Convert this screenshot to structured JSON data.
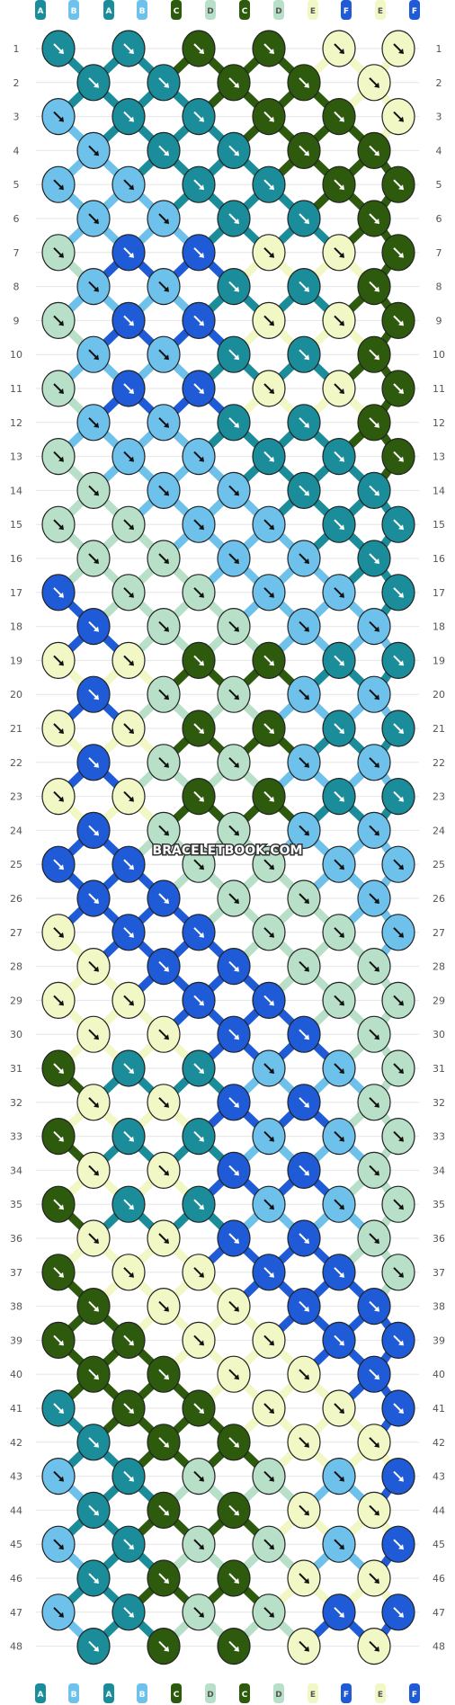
{
  "watermark": "BRACELETBOOK.COM",
  "strands": [
    "A",
    "B",
    "A",
    "B",
    "C",
    "D",
    "C",
    "D",
    "E",
    "F",
    "E",
    "F"
  ],
  "colors": {
    "A": "#1b8c99",
    "B": "#6ec1ea",
    "C": "#2e5a0e",
    "D": "#b8e0c8",
    "E": "#f2f7c6",
    "F": "#1f5bd6"
  },
  "row_count": 48,
  "rows": [
    {
      "n": "1",
      "knots": [
        "A",
        "A",
        "C",
        "C",
        "E",
        "E"
      ]
    },
    {
      "n": "2",
      "knots": [
        "A",
        "A",
        "C",
        "C",
        "E"
      ]
    },
    {
      "n": "3",
      "knots": [
        "B",
        "A",
        "A",
        "C",
        "C",
        "E"
      ]
    },
    {
      "n": "4",
      "knots": [
        "B",
        "A",
        "A",
        "C",
        "C"
      ]
    },
    {
      "n": "5",
      "knots": [
        "B",
        "B",
        "A",
        "A",
        "C",
        "C"
      ]
    },
    {
      "n": "6",
      "knots": [
        "B",
        "B",
        "A",
        "A",
        "C"
      ]
    },
    {
      "n": "7",
      "knots": [
        "D",
        "F",
        "F",
        "E",
        "E",
        "C"
      ]
    },
    {
      "n": "8",
      "knots": [
        "B",
        "B",
        "A",
        "A",
        "C"
      ]
    },
    {
      "n": "9",
      "knots": [
        "D",
        "F",
        "F",
        "E",
        "E",
        "C"
      ]
    },
    {
      "n": "10",
      "knots": [
        "B",
        "B",
        "A",
        "A",
        "C"
      ]
    },
    {
      "n": "11",
      "knots": [
        "D",
        "F",
        "F",
        "E",
        "E",
        "C"
      ]
    },
    {
      "n": "12",
      "knots": [
        "B",
        "B",
        "A",
        "A",
        "C"
      ]
    },
    {
      "n": "13",
      "knots": [
        "D",
        "B",
        "B",
        "A",
        "A",
        "C"
      ]
    },
    {
      "n": "14",
      "knots": [
        "D",
        "B",
        "B",
        "A",
        "A"
      ]
    },
    {
      "n": "15",
      "knots": [
        "D",
        "D",
        "B",
        "B",
        "A",
        "A"
      ]
    },
    {
      "n": "16",
      "knots": [
        "D",
        "D",
        "B",
        "B",
        "A"
      ]
    },
    {
      "n": "17",
      "knots": [
        "F",
        "D",
        "D",
        "B",
        "B",
        "A"
      ]
    },
    {
      "n": "18",
      "knots": [
        "F",
        "D",
        "D",
        "B",
        "B"
      ]
    },
    {
      "n": "19",
      "knots": [
        "E",
        "E",
        "C",
        "C",
        "A",
        "A"
      ]
    },
    {
      "n": "20",
      "knots": [
        "F",
        "D",
        "D",
        "B",
        "B"
      ]
    },
    {
      "n": "21",
      "knots": [
        "E",
        "E",
        "C",
        "C",
        "A",
        "A"
      ]
    },
    {
      "n": "22",
      "knots": [
        "F",
        "D",
        "D",
        "B",
        "B"
      ]
    },
    {
      "n": "23",
      "knots": [
        "E",
        "E",
        "C",
        "C",
        "A",
        "A"
      ]
    },
    {
      "n": "24",
      "knots": [
        "F",
        "D",
        "D",
        "B",
        "B"
      ]
    },
    {
      "n": "25",
      "knots": [
        "F",
        "F",
        "D",
        "D",
        "B",
        "B"
      ]
    },
    {
      "n": "26",
      "knots": [
        "F",
        "F",
        "D",
        "D",
        "B"
      ]
    },
    {
      "n": "27",
      "knots": [
        "E",
        "F",
        "F",
        "D",
        "D",
        "B"
      ]
    },
    {
      "n": "28",
      "knots": [
        "E",
        "F",
        "F",
        "D",
        "D"
      ]
    },
    {
      "n": "29",
      "knots": [
        "E",
        "E",
        "F",
        "F",
        "D",
        "D"
      ]
    },
    {
      "n": "30",
      "knots": [
        "E",
        "E",
        "F",
        "F",
        "D"
      ]
    },
    {
      "n": "31",
      "knots": [
        "C",
        "A",
        "A",
        "B",
        "B",
        "D"
      ]
    },
    {
      "n": "32",
      "knots": [
        "E",
        "E",
        "F",
        "F",
        "D"
      ]
    },
    {
      "n": "33",
      "knots": [
        "C",
        "A",
        "A",
        "B",
        "B",
        "D"
      ]
    },
    {
      "n": "34",
      "knots": [
        "E",
        "E",
        "F",
        "F",
        "D"
      ]
    },
    {
      "n": "35",
      "knots": [
        "C",
        "A",
        "A",
        "B",
        "B",
        "D"
      ]
    },
    {
      "n": "36",
      "knots": [
        "E",
        "E",
        "F",
        "F",
        "D"
      ]
    },
    {
      "n": "37",
      "knots": [
        "C",
        "E",
        "E",
        "F",
        "F",
        "D"
      ]
    },
    {
      "n": "38",
      "knots": [
        "C",
        "E",
        "E",
        "F",
        "F"
      ]
    },
    {
      "n": "39",
      "knots": [
        "C",
        "C",
        "E",
        "E",
        "F",
        "F"
      ]
    },
    {
      "n": "40",
      "knots": [
        "C",
        "C",
        "E",
        "E",
        "F"
      ]
    },
    {
      "n": "41",
      "knots": [
        "A",
        "C",
        "C",
        "E",
        "E",
        "F"
      ]
    },
    {
      "n": "42",
      "knots": [
        "A",
        "C",
        "C",
        "E",
        "E"
      ]
    },
    {
      "n": "43",
      "knots": [
        "B",
        "A",
        "D",
        "D",
        "B",
        "F"
      ]
    },
    {
      "n": "44",
      "knots": [
        "A",
        "C",
        "C",
        "E",
        "E"
      ]
    },
    {
      "n": "45",
      "knots": [
        "B",
        "A",
        "D",
        "D",
        "B",
        "F"
      ]
    },
    {
      "n": "46",
      "knots": [
        "A",
        "C",
        "C",
        "E",
        "E"
      ]
    },
    {
      "n": "47",
      "knots": [
        "B",
        "A",
        "D",
        "D",
        "F",
        "F"
      ]
    },
    {
      "n": "48",
      "knots": [
        "A",
        "C",
        "C",
        "E",
        "E"
      ]
    }
  ]
}
